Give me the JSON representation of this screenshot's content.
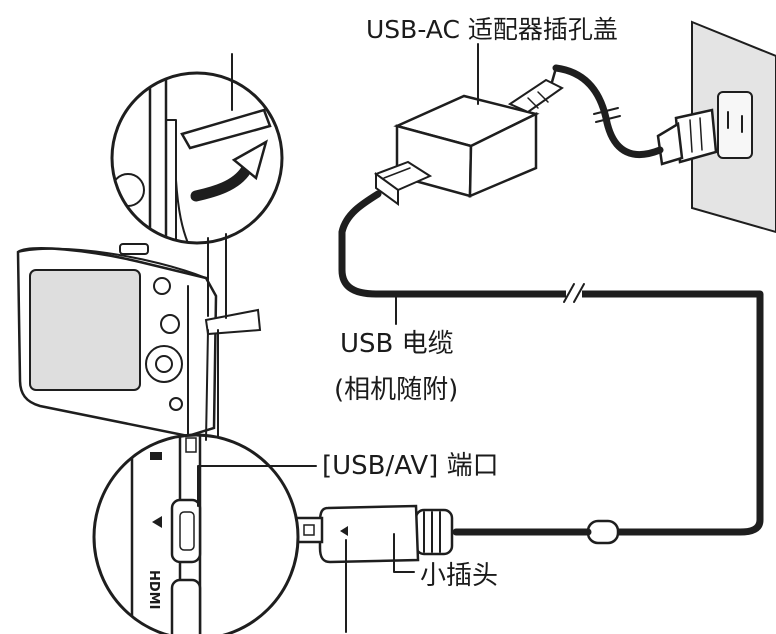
{
  "labels": {
    "adapter_cover": "USB-AC 适配器插孔盖",
    "usb_cable": "USB 电缆",
    "cable_note": "(相机随附)",
    "port": "[USB/AV] 端口",
    "micro_plug": "小插头",
    "port_marking": "HDMI"
  },
  "colors": {
    "line": "#1e1e1e",
    "wall": "#e4e4e4",
    "arrow": "#a6a6a6",
    "screen": "#dedede"
  }
}
